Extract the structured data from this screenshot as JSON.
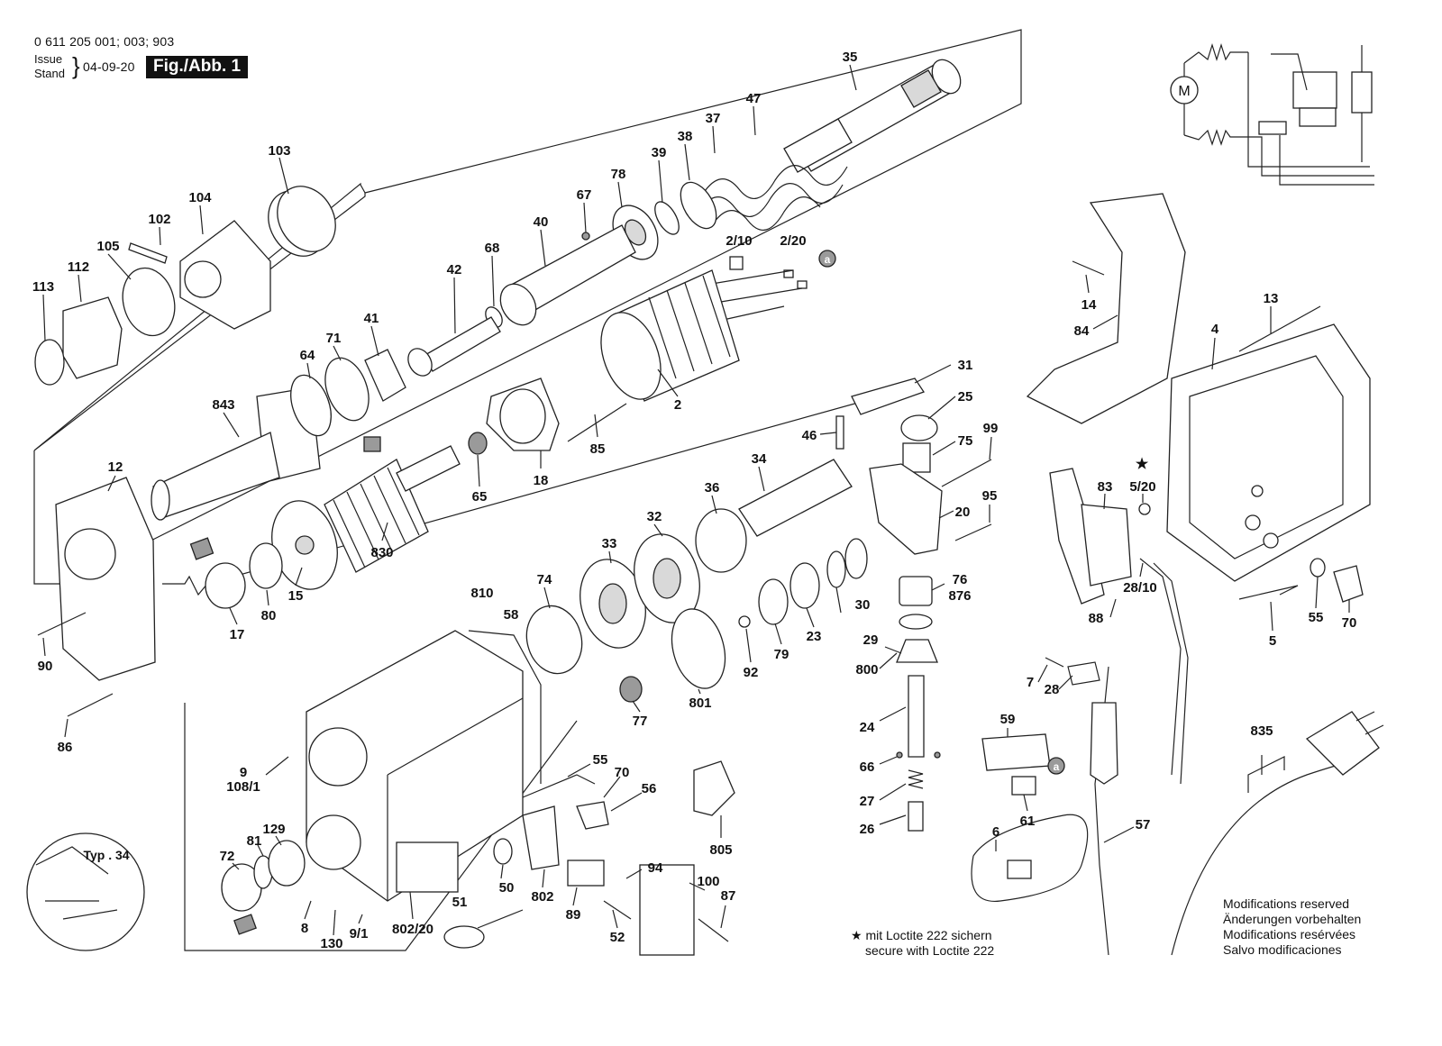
{
  "header": {
    "part_numbers": "0 611 205 001; 003; 903",
    "issue_label": "Issue",
    "stand_label": "Stand",
    "date": "04-09-20",
    "figure": "Fig./Abb. 1"
  },
  "callouts": [
    "35",
    "47",
    "37",
    "38",
    "39",
    "78",
    "67",
    "40",
    "68",
    "42",
    "2/10",
    "2/20",
    "103",
    "104",
    "102",
    "105",
    "112",
    "113",
    "41",
    "71",
    "64",
    "843",
    "2",
    "31",
    "25",
    "46",
    "75",
    "99",
    "34",
    "36",
    "20",
    "95",
    "85",
    "18",
    "65",
    "12",
    "830",
    "15",
    "80",
    "17",
    "90",
    "86",
    "33",
    "32",
    "74",
    "810",
    "58",
    "76",
    "876",
    "29",
    "800",
    "30",
    "23",
    "79",
    "92",
    "801",
    "77",
    "24",
    "66",
    "27",
    "26",
    "9",
    "108/1",
    "55",
    "70",
    "56",
    "805",
    "72",
    "81",
    "129",
    "8",
    "130",
    "9/1",
    "802/20",
    "51",
    "50",
    "802",
    "89",
    "94",
    "52",
    "100",
    "87",
    "14",
    "84",
    "13",
    "4",
    "83",
    "5/20",
    "28/10",
    "88",
    "7",
    "28",
    "59",
    "61",
    "6",
    "57",
    "70",
    "55",
    "5",
    "835"
  ],
  "typ_label": "Typ . 34",
  "markers": {
    "a": "a",
    "star": "★"
  },
  "loctite_note": {
    "de": "mit Loctite 222 sichern",
    "en": "secure with Loctite 222"
  },
  "modifications": [
    "Modifications reserved",
    "Änderungen vorbehalten",
    "Modifications resérvées",
    "Salvo modificaciones"
  ],
  "schematic": {
    "motor": "M"
  }
}
